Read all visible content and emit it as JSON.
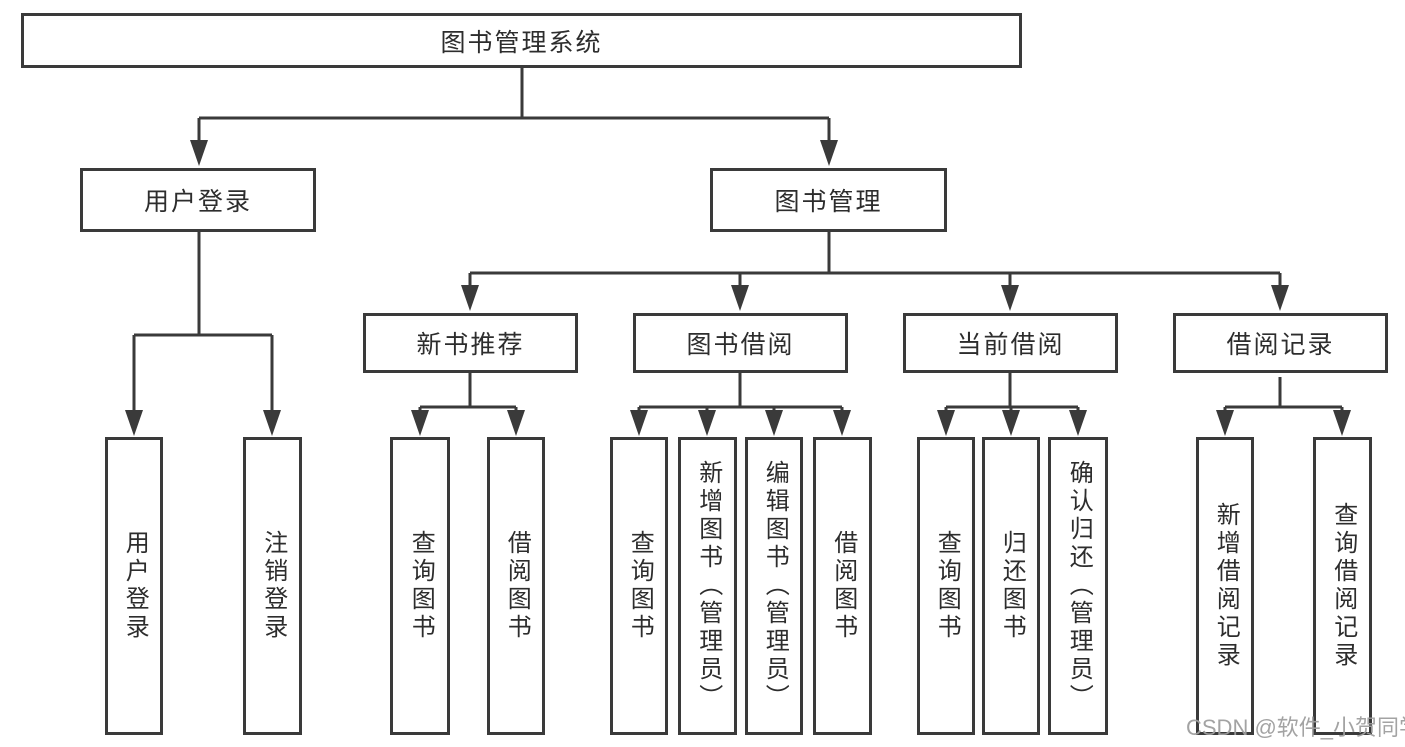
{
  "diagram": {
    "root": {
      "label": "图书管理系统"
    },
    "branches": [
      {
        "label": "用户登录",
        "children": [
          {
            "label": "用户登录"
          },
          {
            "label": "注销登录"
          }
        ]
      },
      {
        "label": "图书管理",
        "children": [
          {
            "label": "新书推荐",
            "children": [
              {
                "label": "查询图书"
              },
              {
                "label": "借阅图书"
              }
            ]
          },
          {
            "label": "图书借阅",
            "children": [
              {
                "label": "查询图书"
              },
              {
                "label": "新增图书（管理员）"
              },
              {
                "label": "编辑图书（管理员）"
              },
              {
                "label": "借阅图书"
              }
            ]
          },
          {
            "label": "当前借阅",
            "children": [
              {
                "label": "查询图书"
              },
              {
                "label": "归还图书"
              },
              {
                "label": "确认归还（管理员）"
              }
            ]
          },
          {
            "label": "借阅记录",
            "children": [
              {
                "label": "新增借阅记录"
              },
              {
                "label": "查询借阅记录"
              }
            ]
          }
        ]
      }
    ]
  },
  "watermark": "CSDN @软件_小贺同学",
  "colors": {
    "line": "#3a3a3a",
    "text": "#2d2d2d",
    "watermark": "#9e9e9e",
    "background": "#ffffff"
  }
}
